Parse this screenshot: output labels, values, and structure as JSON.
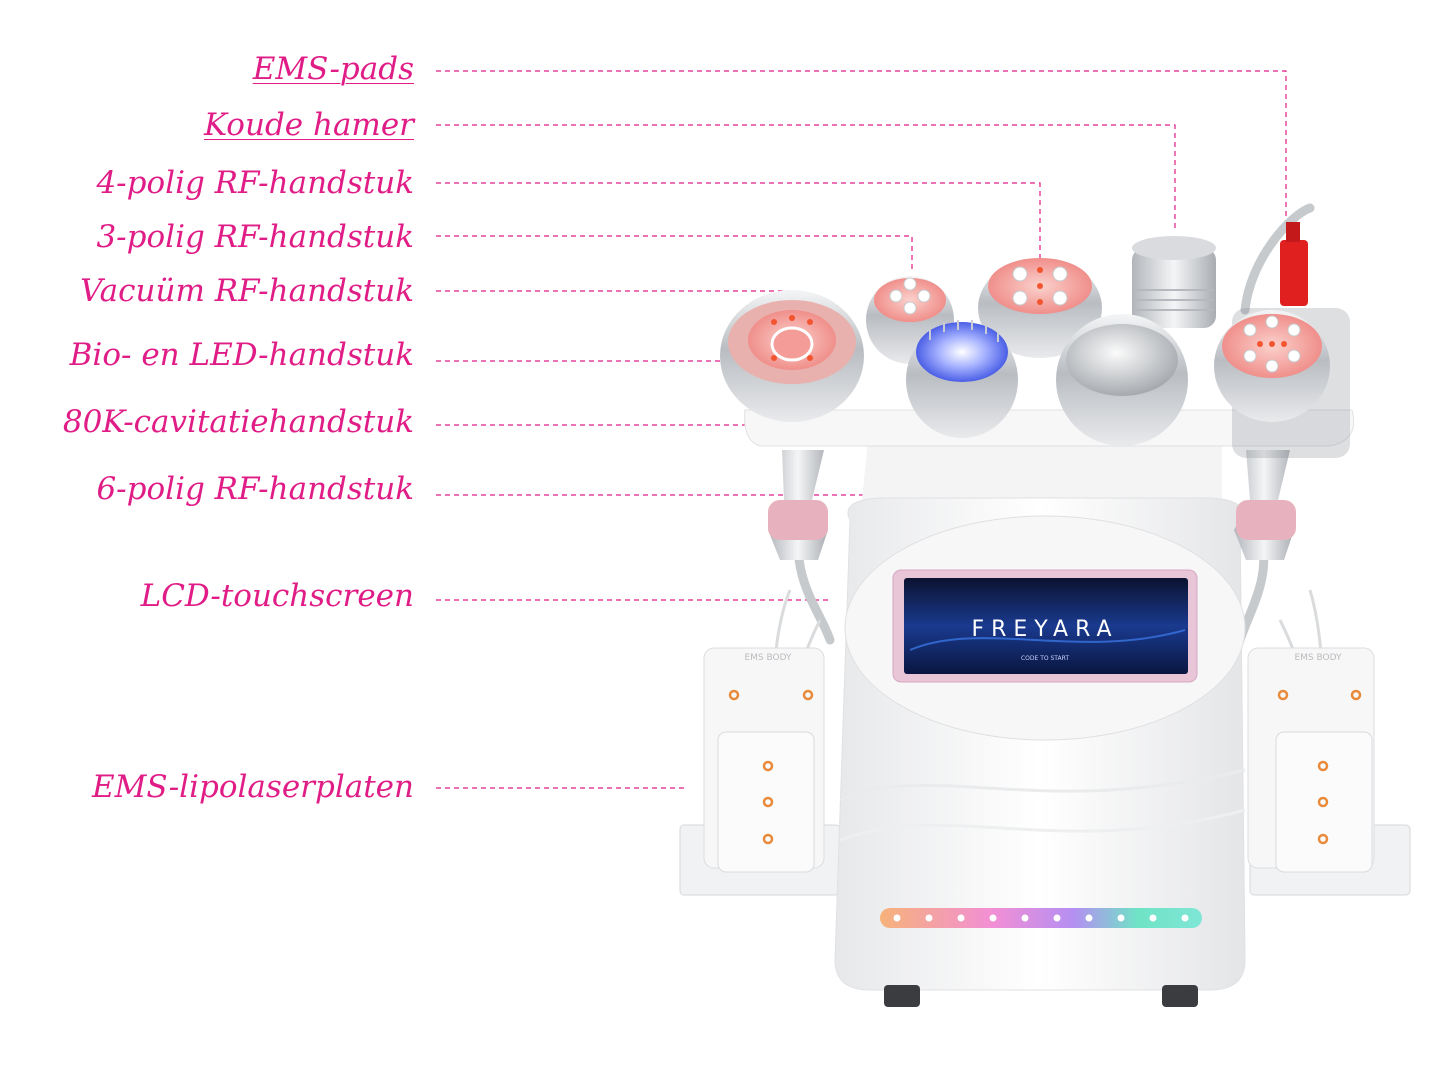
{
  "theme": {
    "accent": "#e01c86",
    "device": "#f3f3f4",
    "metal": "#c9ccd0",
    "rf_pink": "#f2a6a2",
    "led_blue": "#6a7cf0",
    "screen": "#0a1a44"
  },
  "callouts": [
    {
      "text": "EMS-pads",
      "underlined": true
    },
    {
      "text": "Koude hamer",
      "underlined": true
    },
    {
      "text": "4-polig RF-handstuk",
      "underlined": false
    },
    {
      "text": "3-polig RF-handstuk",
      "underlined": false
    },
    {
      "text": "Vacuüm RF-handstuk",
      "underlined": false
    },
    {
      "text": "Bio- en LED-handstuk",
      "underlined": false
    },
    {
      "text": "80K-cavitatiehandstuk",
      "underlined": false
    },
    {
      "text": "6-polig RF-handstuk",
      "underlined": false
    },
    {
      "text": "LCD-touchscreen",
      "underlined": false
    },
    {
      "text": "EMS-lipolaserplaten",
      "underlined": false
    }
  ],
  "device": {
    "brand": "FREYARA",
    "screen_caption": "CODE TO START",
    "pad_label": "EMS BODY"
  }
}
